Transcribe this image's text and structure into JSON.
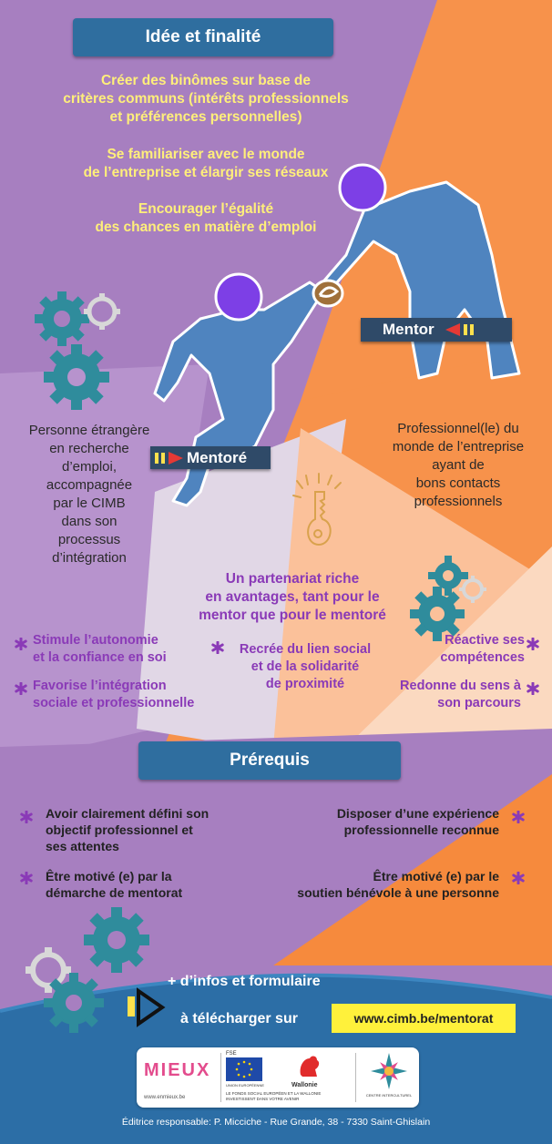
{
  "header": {
    "title": "Idée et finalité",
    "goals": [
      [
        "Créer des binômes sur base de",
        "critères communs (intérêts professionnels",
        "et préférences personnelles)"
      ],
      [
        "Se familiariser avec le monde",
        "de l’entreprise et élargir ses réseaux"
      ],
      [
        "Encourager l’égalité",
        "des chances en matière d’emploi"
      ]
    ]
  },
  "roles": {
    "mentor_label": "Mentor",
    "mentore_label": "Mentoré",
    "mentore_desc": [
      "Personne étrangère",
      "en recherche",
      "d’emploi,",
      "accompagnée",
      "par le CIMB",
      "dans son",
      "processus",
      "d’intégration"
    ],
    "mentor_desc": [
      "Professionnel(le) du",
      "monde de l’entreprise",
      "ayant de",
      "bons contacts",
      "professionnels"
    ]
  },
  "partnership": {
    "headline": [
      "Un partenariat riche",
      "en avantages, tant pour le",
      "mentor que pour le mentoré"
    ],
    "left_benefits": [
      [
        "Stimule l’autonomie",
        "et la confiance en soi"
      ],
      [
        "Favorise l’intégration",
        "sociale et professionnelle"
      ]
    ],
    "center_benefit": [
      "Recrée du lien social",
      "et de la solidarité",
      "de proximité"
    ],
    "right_benefits": [
      [
        "Réactive ses",
        "compétences"
      ],
      [
        "Redonne du sens à",
        "son parcours"
      ]
    ]
  },
  "prerequis": {
    "title": "Prérequis",
    "left": [
      [
        "Avoir clairement défini son",
        "objectif professionnel et",
        "ses attentes"
      ],
      [
        "Être motivé (e) par la",
        "démarche de mentorat"
      ]
    ],
    "right": [
      [
        "Disposer d’une expérience",
        "professionnelle reconnue"
      ],
      [
        "Être motivé (e) par le",
        "soutien bénévole à une personne"
      ]
    ]
  },
  "footer": {
    "infos_line": "+ d’infos et formulaire",
    "download_line": "à télécharger sur",
    "url": "www.cimb.be/mentorat",
    "editor": "Éditrice responsable: P. Micciche - Rue Grande, 38 - 7330 Saint-Ghislain",
    "logos": {
      "mieux": "MIEUX",
      "mieux_sub": "www.enmieux.be",
      "fse": "FSE",
      "eu_caption": "UNION EUROPÉENNE",
      "fse_text": [
        "LE FONDS SOCIAL EUROPÉEN ET LA WALLONIE",
        "INVESTISSENT DANS VOTRE AVENIR"
      ],
      "wallonie": "Wallonie",
      "cimb_caption": "CENTRE INTERCULTUREL"
    }
  },
  "colors": {
    "purple_bg": "#a77fc0",
    "orange_bg": "#f7924b",
    "blue_bar": "#2f6e9f",
    "figure_blue": "#4f84bf",
    "head_violet": "#7d3fe6",
    "yellow_text": "#ffef7a",
    "purple_text": "#8a3ab7",
    "link_yellow": "#fff13b",
    "footer_blue": "#2c6ea6"
  }
}
